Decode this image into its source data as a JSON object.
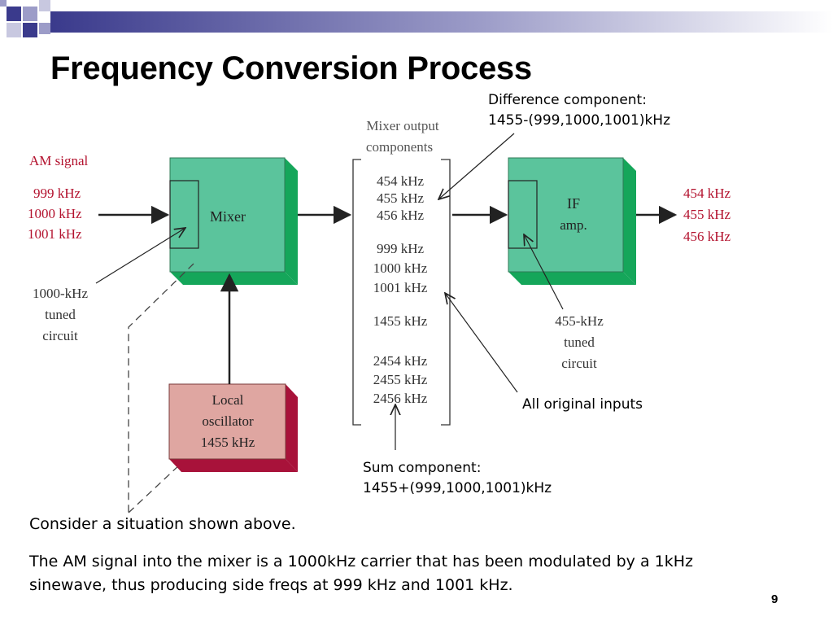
{
  "slide": {
    "title": "Frequency Conversion Process",
    "page_number": "9"
  },
  "diagram": {
    "am_signal": {
      "label": "AM signal",
      "freqs": [
        "999 kHz",
        "1000 kHz",
        "1001 kHz"
      ]
    },
    "mixer_label": "Mixer",
    "input_tuned_circuit": [
      "1000-kHz",
      "tuned",
      "circuit"
    ],
    "local_oscillator": [
      "Local",
      "oscillator",
      "1455 kHz"
    ],
    "mixer_output_header": [
      "Mixer output",
      "components"
    ],
    "difference_freqs": [
      "454 kHz",
      "455 kHz",
      "456 kHz"
    ],
    "original_freqs": [
      "999 kHz",
      "1000 kHz",
      "1001 kHz"
    ],
    "lo_freq": "1455 kHz",
    "sum_freqs": [
      "2454 kHz",
      "2455 kHz",
      "2456 kHz"
    ],
    "if_amp": [
      "IF",
      "amp."
    ],
    "if_tuned_circuit": [
      "455-kHz",
      "tuned",
      "circuit"
    ],
    "output_freqs": [
      "454 kHz",
      "455 kHz",
      "456 kHz"
    ],
    "colors": {
      "am_red": "#b3122e",
      "block_green_front": "#5bc49c",
      "block_green_side": "#15a65a",
      "osc_front": "#dfa6a1",
      "osc_side": "#a8123a",
      "label_gray": "#555555"
    }
  },
  "callouts": {
    "difference": [
      "Difference component:",
      "1455-(999,1000,1001)kHz"
    ],
    "original_inputs": "All original inputs",
    "sum": [
      "Sum component:",
      "1455+(999,1000,1001)kHz"
    ]
  },
  "body": {
    "para1": "Consider a situation shown above.",
    "para2_line1": "The AM signal into the mixer is a 1000kHz carrier that has been modulated by a 1kHz",
    "para2_line2": "sinewave, thus producing side freqs at 999 kHz and 1001 kHz."
  }
}
